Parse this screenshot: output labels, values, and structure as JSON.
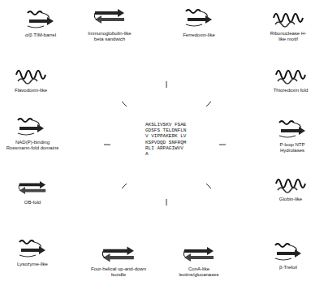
{
  "diagram": {
    "labels": [
      "α/β TIM-barrel",
      "Immunoglobulin-like beta sandwich",
      "Ferredoxin-like",
      "Ribonuclease H-like motif",
      "Flavodoxin-like",
      "Thioredoxin fold",
      "NAD(P)-binding Rossmann-fold domains",
      "P-loop NTP Hydrolases",
      "OB-fold",
      "Globin-like",
      "Lysozyme-like",
      "Four-helical up-and-down bundle",
      "ConA-like lectins/glucanases",
      "β-Trefoil",
      "AKSLIVSKV FSAEGDSFS TELDNFLNV VIPPAKERK LVKSPVDQD SNFRQMRLI ARPAGIWVV A"
    ]
  }
}
